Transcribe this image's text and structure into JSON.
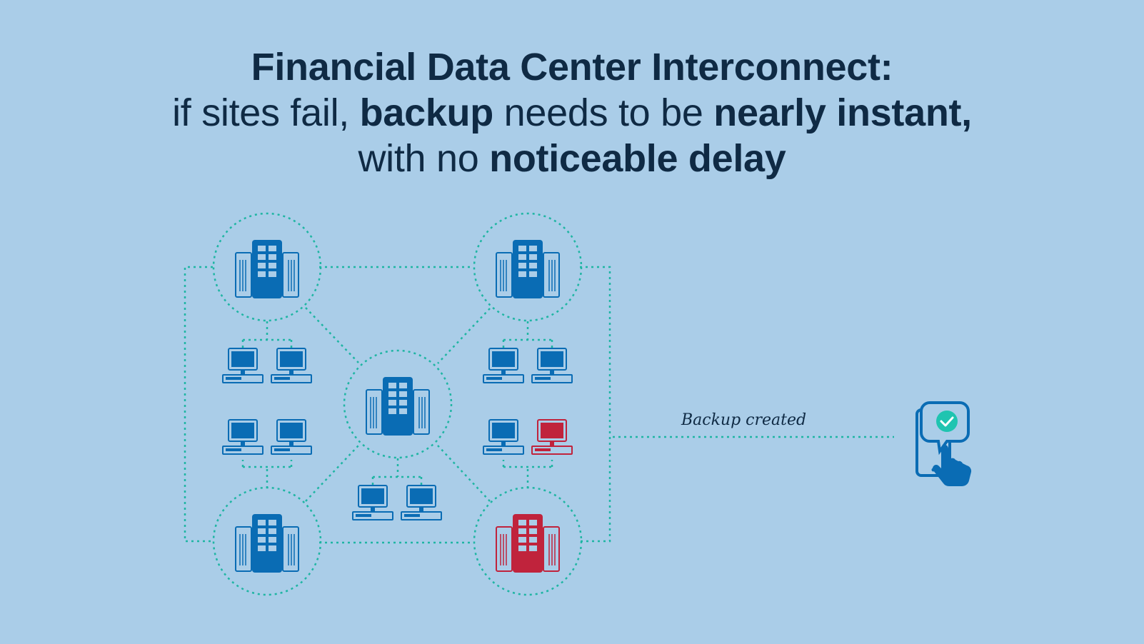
{
  "title": {
    "line1": "Financial Data Center Interconnect:",
    "line2_a": "if sites fail, ",
    "line2_b": "backup",
    "line2_c": " needs to be ",
    "line2_d": "nearly instant,",
    "line3_a": "with no ",
    "line3_b": "noticeable delay"
  },
  "diagram": {
    "backup_label": "Backup created",
    "nodes": [
      {
        "id": "top-left",
        "status": "ok"
      },
      {
        "id": "top-right",
        "status": "ok"
      },
      {
        "id": "center",
        "status": "ok"
      },
      {
        "id": "bottom-left",
        "status": "ok"
      },
      {
        "id": "bottom-right",
        "status": "failed"
      }
    ],
    "failed_workstation": "right-cluster-lower-right",
    "phone_icon": "phone-check-touch-icon"
  },
  "colors": {
    "background": "#aacde8",
    "primary": "#0a6cb4",
    "failed": "#c0233c",
    "link": "#1fb5a3",
    "text": "#0f2a44"
  }
}
